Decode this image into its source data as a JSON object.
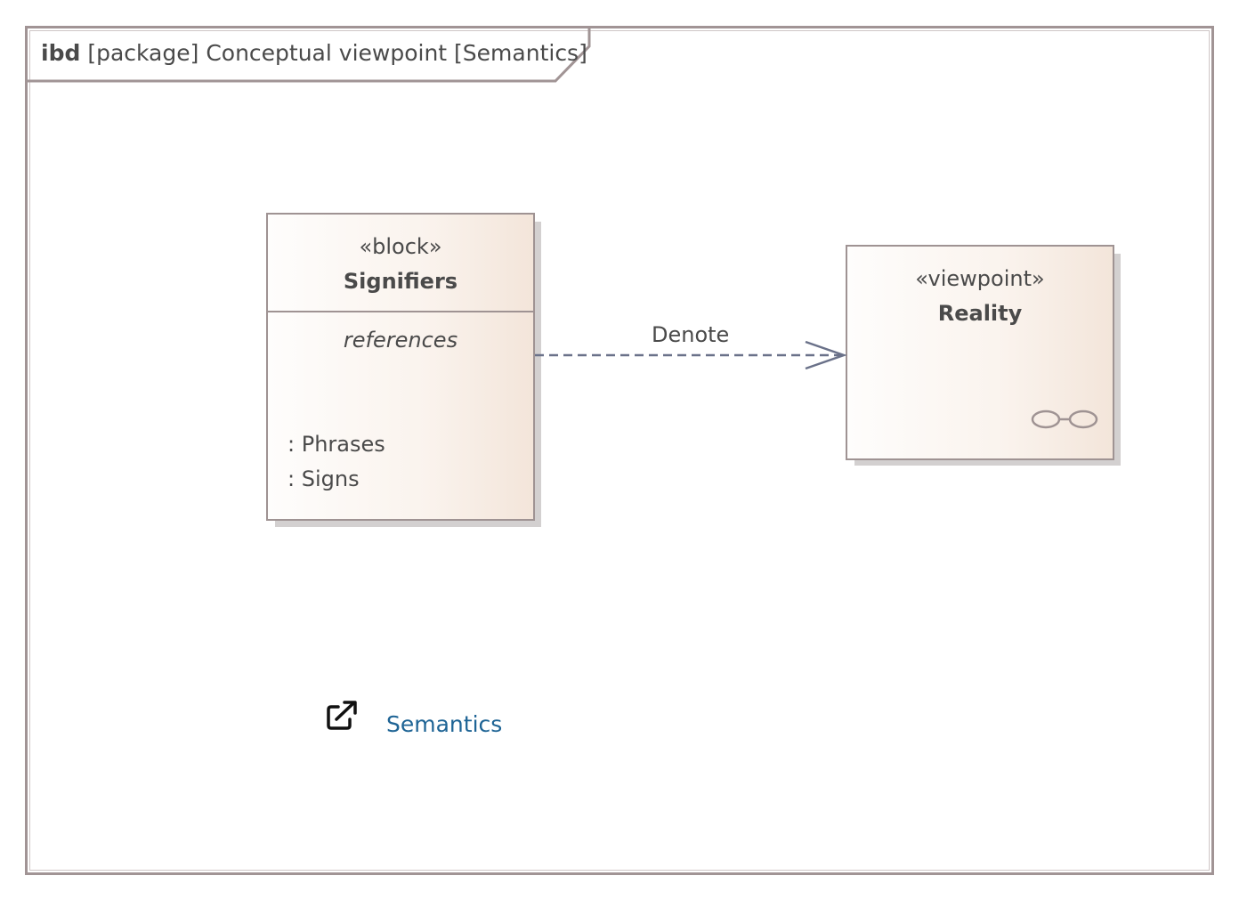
{
  "frame": {
    "kind": "ibd",
    "title": "[package] Conceptual viewpoint [Semantics]"
  },
  "signifiers_block": {
    "stereotype": "«block»",
    "name": "Signifiers",
    "compartment": "references",
    "parts": [
      ": Phrases",
      ": Signs"
    ]
  },
  "dependency": {
    "label": "Denote"
  },
  "reality_viewpoint": {
    "stereotype": "«viewpoint»",
    "name": "Reality",
    "icon": "glasses-icon"
  },
  "diagram_link": {
    "icon": "external-link-icon",
    "label": "Semantics"
  },
  "colors": {
    "border": "#9f9393",
    "frame_border": "#a19495",
    "connector": "#6a7189",
    "link": "#1e6495",
    "fill_light": "#fefdfc",
    "fill_dark": "#f3e5da"
  }
}
